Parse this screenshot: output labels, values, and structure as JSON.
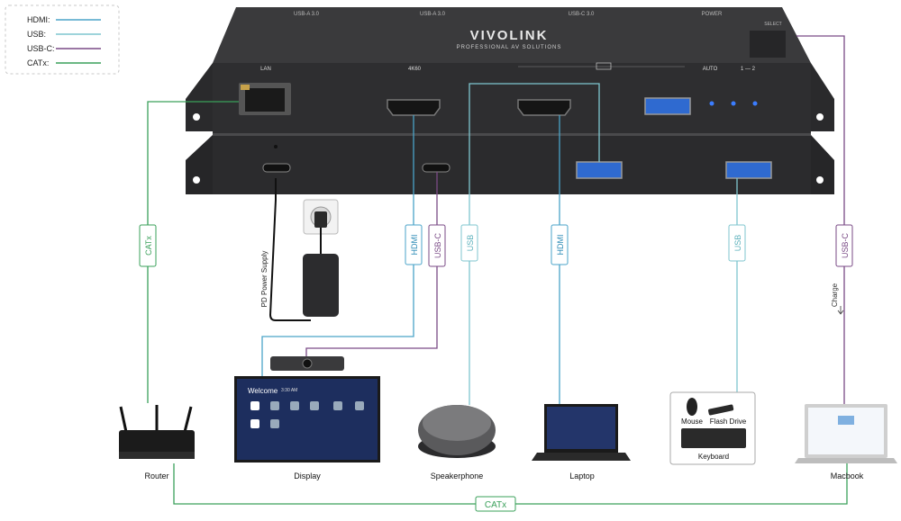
{
  "legend": {
    "items": [
      {
        "label": "HDMI:",
        "color": "#4aa3c8"
      },
      {
        "label": "USB:",
        "color": "#7fc6cf"
      },
      {
        "label": "USB-C:",
        "color": "#7a4a86"
      },
      {
        "label": "CATx:",
        "color": "#3aa05a"
      }
    ]
  },
  "device": {
    "brand": "VIVOLINK",
    "tagline": "PROFESSIONAL AV SOLUTIONS",
    "ports_top": {
      "lan": "LAN",
      "hdmi_4k60": "4K60",
      "auto": "AUTO",
      "select": "1 — 2"
    },
    "back_labels": {
      "usb_a_1": "USB-A 3.0",
      "usb_a_2": "USB-A 3.0",
      "usb_c": "USB-C 3.0",
      "power": "POWER",
      "select": "SELECT"
    }
  },
  "cables": {
    "catx_left": "CATx",
    "hdmi_display": "HDMI",
    "usbc_display": "USB-C",
    "usb_speaker": "USB",
    "hdmi_laptop": "HDMI",
    "usb_peripherals": "USB",
    "usbc_macbook": "USB-C",
    "charge": "Charge",
    "pd_power": "PD Power Supply",
    "catx_bottom": "CATx"
  },
  "devices": {
    "router": "Router",
    "display": "Display",
    "speakerphone": "Speakerphone",
    "laptop": "Laptop",
    "keyboard": "Keyboard",
    "mouse": "Mouse",
    "flash_drive": "Flash Drive",
    "macbook": "Macbook"
  },
  "screen": {
    "welcome": "Welcome",
    "time": "3:30 AM"
  },
  "colors": {
    "hdmi": "#4aa3c8",
    "usb": "#7fc6cf",
    "usbc": "#7a4a86",
    "catx": "#3aa05a",
    "device_body": "#2b2b2d"
  }
}
